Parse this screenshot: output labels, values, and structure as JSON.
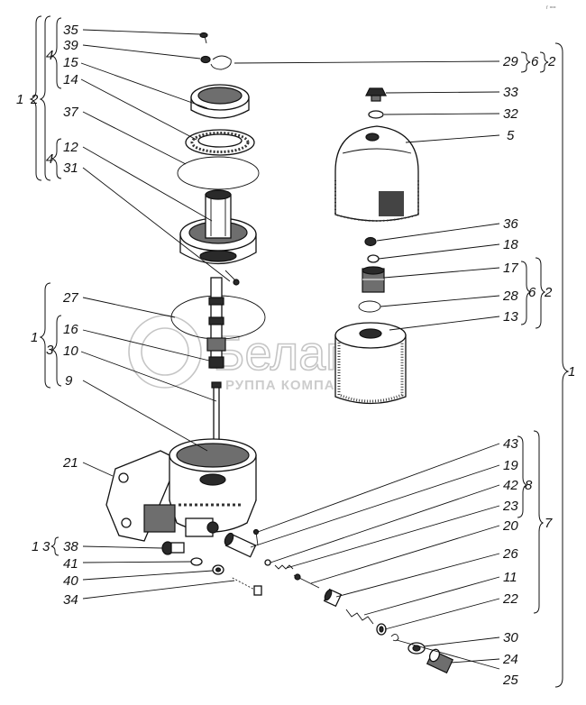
{
  "watermark": {
    "brand": "Белагро",
    "subline": "РУППА КОМПАН"
  },
  "corner_mark": "r ==",
  "labels_left": [
    {
      "id": "l35",
      "text": "35"
    },
    {
      "id": "l39",
      "text": "39"
    },
    {
      "id": "l15",
      "text": "15"
    },
    {
      "id": "l14",
      "text": "14"
    },
    {
      "id": "l37",
      "text": "37"
    },
    {
      "id": "l12",
      "text": "12"
    },
    {
      "id": "l31",
      "text": "31"
    },
    {
      "id": "l27",
      "text": "27"
    },
    {
      "id": "l16",
      "text": "16"
    },
    {
      "id": "l10",
      "text": "10"
    },
    {
      "id": "l9",
      "text": "9"
    },
    {
      "id": "l21",
      "text": "21"
    },
    {
      "id": "l38",
      "text": "38"
    },
    {
      "id": "l41",
      "text": "41"
    },
    {
      "id": "l40",
      "text": "40"
    },
    {
      "id": "l34",
      "text": "34"
    }
  ],
  "labels_right": [
    {
      "id": "r29",
      "text": "29"
    },
    {
      "id": "r33",
      "text": "33"
    },
    {
      "id": "r32",
      "text": "32"
    },
    {
      "id": "r5",
      "text": "5"
    },
    {
      "id": "r36",
      "text": "36"
    },
    {
      "id": "r18",
      "text": "18"
    },
    {
      "id": "r17",
      "text": "17"
    },
    {
      "id": "r28",
      "text": "28"
    },
    {
      "id": "r13",
      "text": "13"
    },
    {
      "id": "r43",
      "text": "43"
    },
    {
      "id": "r19",
      "text": "19"
    },
    {
      "id": "r42",
      "text": "42"
    },
    {
      "id": "r23",
      "text": "23"
    },
    {
      "id": "r20",
      "text": "20"
    },
    {
      "id": "r26",
      "text": "26"
    },
    {
      "id": "r11",
      "text": "11"
    },
    {
      "id": "r22",
      "text": "22"
    },
    {
      "id": "r30",
      "text": "30"
    },
    {
      "id": "r24",
      "text": "24"
    },
    {
      "id": "r25",
      "text": "25"
    }
  ],
  "group_labels": [
    {
      "id": "g1a",
      "text": "1"
    },
    {
      "id": "g2a",
      "text": "2"
    },
    {
      "id": "g4a",
      "text": "4"
    },
    {
      "id": "g4b",
      "text": "4"
    },
    {
      "id": "g1b",
      "text": "1"
    },
    {
      "id": "g3a",
      "text": "3"
    },
    {
      "id": "g1c",
      "text": "1"
    },
    {
      "id": "g3b",
      "text": "3"
    },
    {
      "id": "g6a",
      "text": "6"
    },
    {
      "id": "g2b",
      "text": "2"
    },
    {
      "id": "g6b",
      "text": "6"
    },
    {
      "id": "g2c",
      "text": "2"
    },
    {
      "id": "g8",
      "text": "8"
    },
    {
      "id": "g7",
      "text": "7"
    },
    {
      "id": "g1d",
      "text": "1"
    }
  ]
}
